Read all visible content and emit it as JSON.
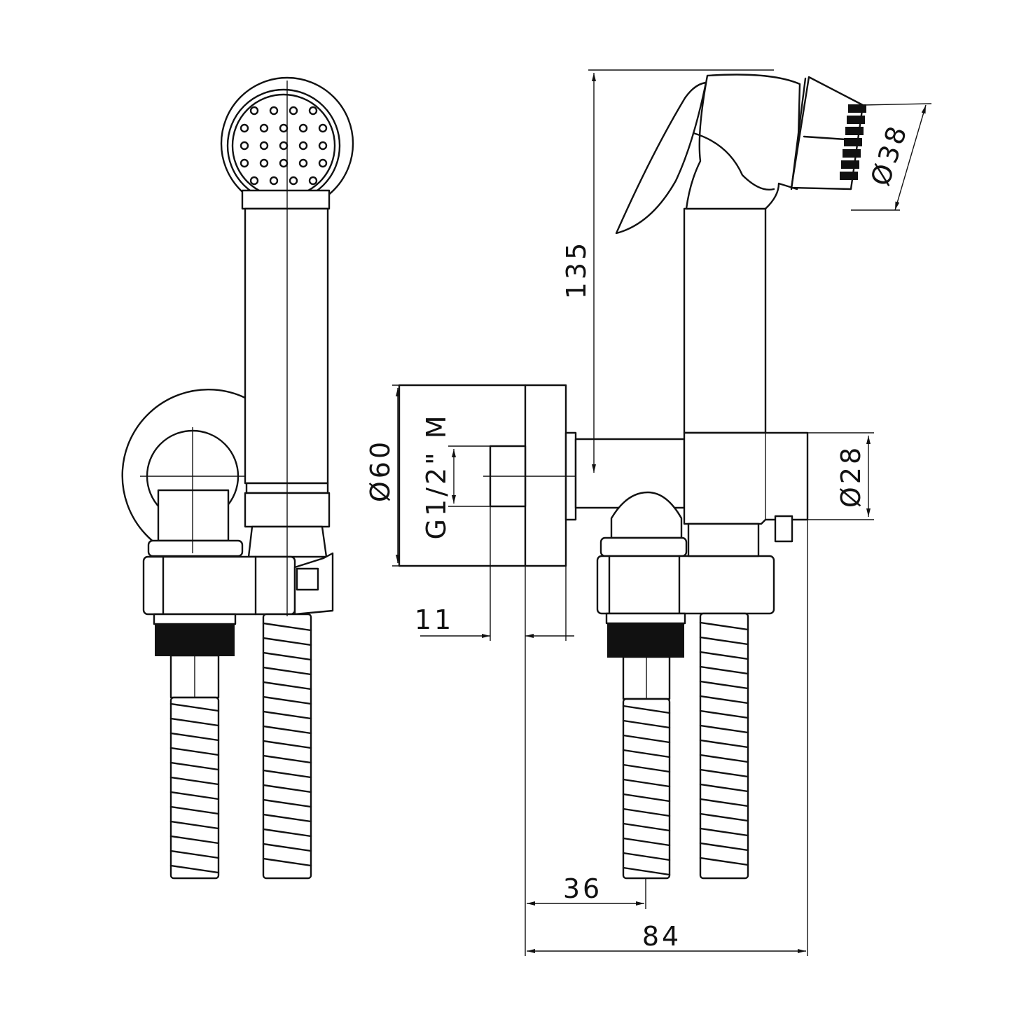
{
  "dimensions": {
    "height_total": "135",
    "flange_diameter": "Ø60",
    "thread": "G1/2\" M",
    "offset_11": "11",
    "body_diameter": "Ø28",
    "head_diameter": "Ø38",
    "projection_36": "36",
    "projection_84": "84"
  }
}
